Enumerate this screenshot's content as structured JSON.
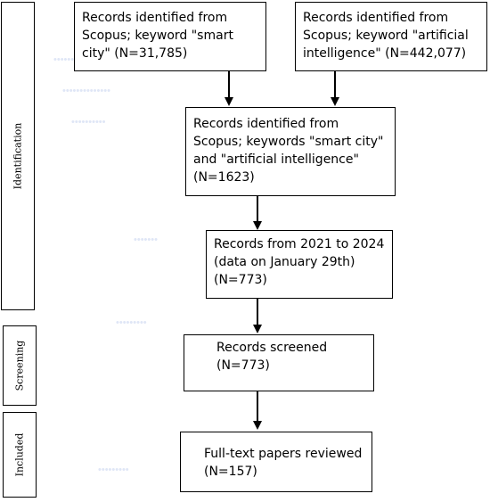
{
  "stages": {
    "identification": "Identification",
    "screening": "Screening",
    "included": "Included"
  },
  "boxes": {
    "scopus_smart_city": [
      "Records identified from",
      "Scopus; keyword \"smart",
      "city\" (N=31,785)"
    ],
    "scopus_ai": [
      "Records identified from",
      "Scopus; keyword \"artificial",
      "intelligence\" (N=442,077)"
    ],
    "scopus_combined": [
      "Records identified from",
      "Scopus; keywords \"smart city\"",
      "and \"artificial intelligence\"",
      "(N=1623)"
    ],
    "records_2021_2024": [
      "Records from 2021 to 2024",
      "(data on January 29th)",
      "(N=773)"
    ],
    "records_screened": [
      "Records screened",
      "(N=773)"
    ],
    "fulltext_reviewed": [
      "Full-text papers reviewed",
      "(N=157)"
    ]
  }
}
